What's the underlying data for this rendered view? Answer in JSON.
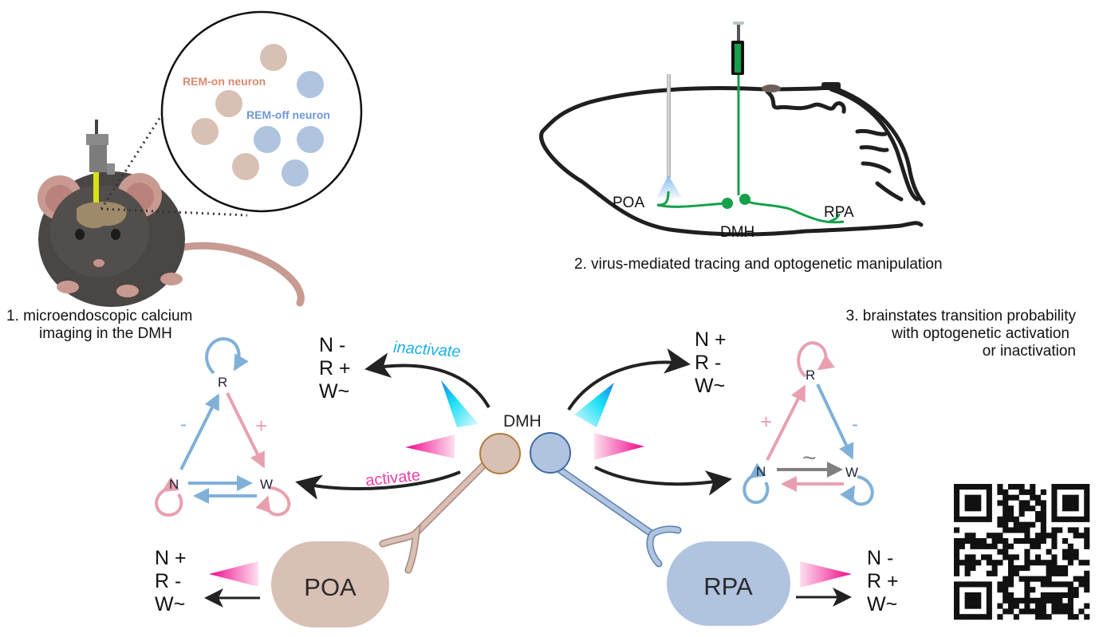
{
  "panel1": {
    "caption_line1": "1. microendoscopic calcium",
    "caption_line2": "imaging in the DMH",
    "rem_on_label": "REM-on neuron",
    "rem_off_label": "REM-off neuron",
    "icons": [
      "mouse-illustration",
      "microendoscope-icon",
      "zoom-circle"
    ]
  },
  "panel2": {
    "caption": "2. virus-mediated tracing and optogenetic manipulation",
    "poa_label": "POA",
    "dmh_label": "DMH",
    "rpa_label": "RPA",
    "icons": [
      "brain-sagittal-outline",
      "optic-fiber-icon",
      "syringe-icon"
    ]
  },
  "panel3": {
    "caption_line1": "3. brainstates transition probability",
    "caption_line2": "with optogenetic activation",
    "caption_line3": "or inactivation"
  },
  "left_triangle": {
    "nodes": {
      "r": "R",
      "n": "N",
      "w": "W"
    },
    "signs": {
      "n_to_r": "-",
      "r_to_w": "+"
    }
  },
  "right_triangle": {
    "nodes": {
      "r": "R",
      "n": "N",
      "w": "W"
    },
    "signs": {
      "n_to_r": "+",
      "r_to_w": "-",
      "n_w": "~"
    }
  },
  "center": {
    "dmh_label": "DMH",
    "inactivate_label": "inactivate",
    "activate_label": "activate",
    "poa_label": "POA",
    "rpa_label": "RPA"
  },
  "effects": {
    "top_left": [
      "N -",
      "R +",
      "W~"
    ],
    "top_right": [
      "N +",
      "R -",
      "W~"
    ],
    "bottom_left": [
      "N +",
      "R -",
      "W~"
    ],
    "bottom_right": [
      "N -",
      "R +",
      "W~"
    ]
  },
  "colors": {
    "rem_on": "#d8c0b4",
    "rem_on_text": "#d98a6e",
    "rem_off": "#b0c4e0",
    "rem_off_text": "#6f98d6",
    "pink_arrow": "#e8a0b0",
    "blue_arrow": "#7fb0d8",
    "activate_text": "#ee3fa8",
    "inactivate_text": "#1ab0ee",
    "green_tracing": "#16a04a"
  },
  "qr_code": {
    "alt": "qr-code"
  }
}
